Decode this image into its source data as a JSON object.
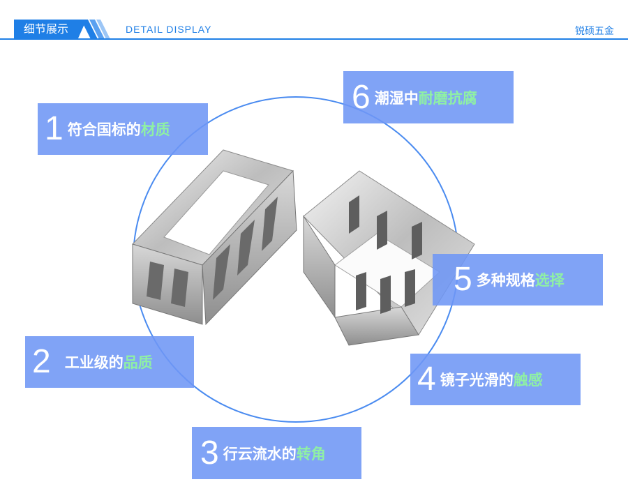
{
  "header": {
    "title": "细节展示",
    "subtitle": "DETAIL DISPLAY",
    "brand": "锐硕五金"
  },
  "labels": [
    {
      "num": "1",
      "text": "符合国标的",
      "highlight": "材质"
    },
    {
      "num": "2",
      "text": "工业级的",
      "highlight": "品质"
    },
    {
      "num": "3",
      "text": "行云流水的",
      "highlight": "转角"
    },
    {
      "num": "4",
      "text": "镜子光滑的",
      "highlight": "触感"
    },
    {
      "num": "5",
      "text": "多种规格",
      "highlight": "选择"
    },
    {
      "num": "6",
      "text": "潮湿中",
      "highlight": "耐磨抗腐"
    }
  ],
  "colors": {
    "accent": "#1f7fe6",
    "label_bg": "#6e96f5",
    "highlight": "#8ff0a4"
  }
}
